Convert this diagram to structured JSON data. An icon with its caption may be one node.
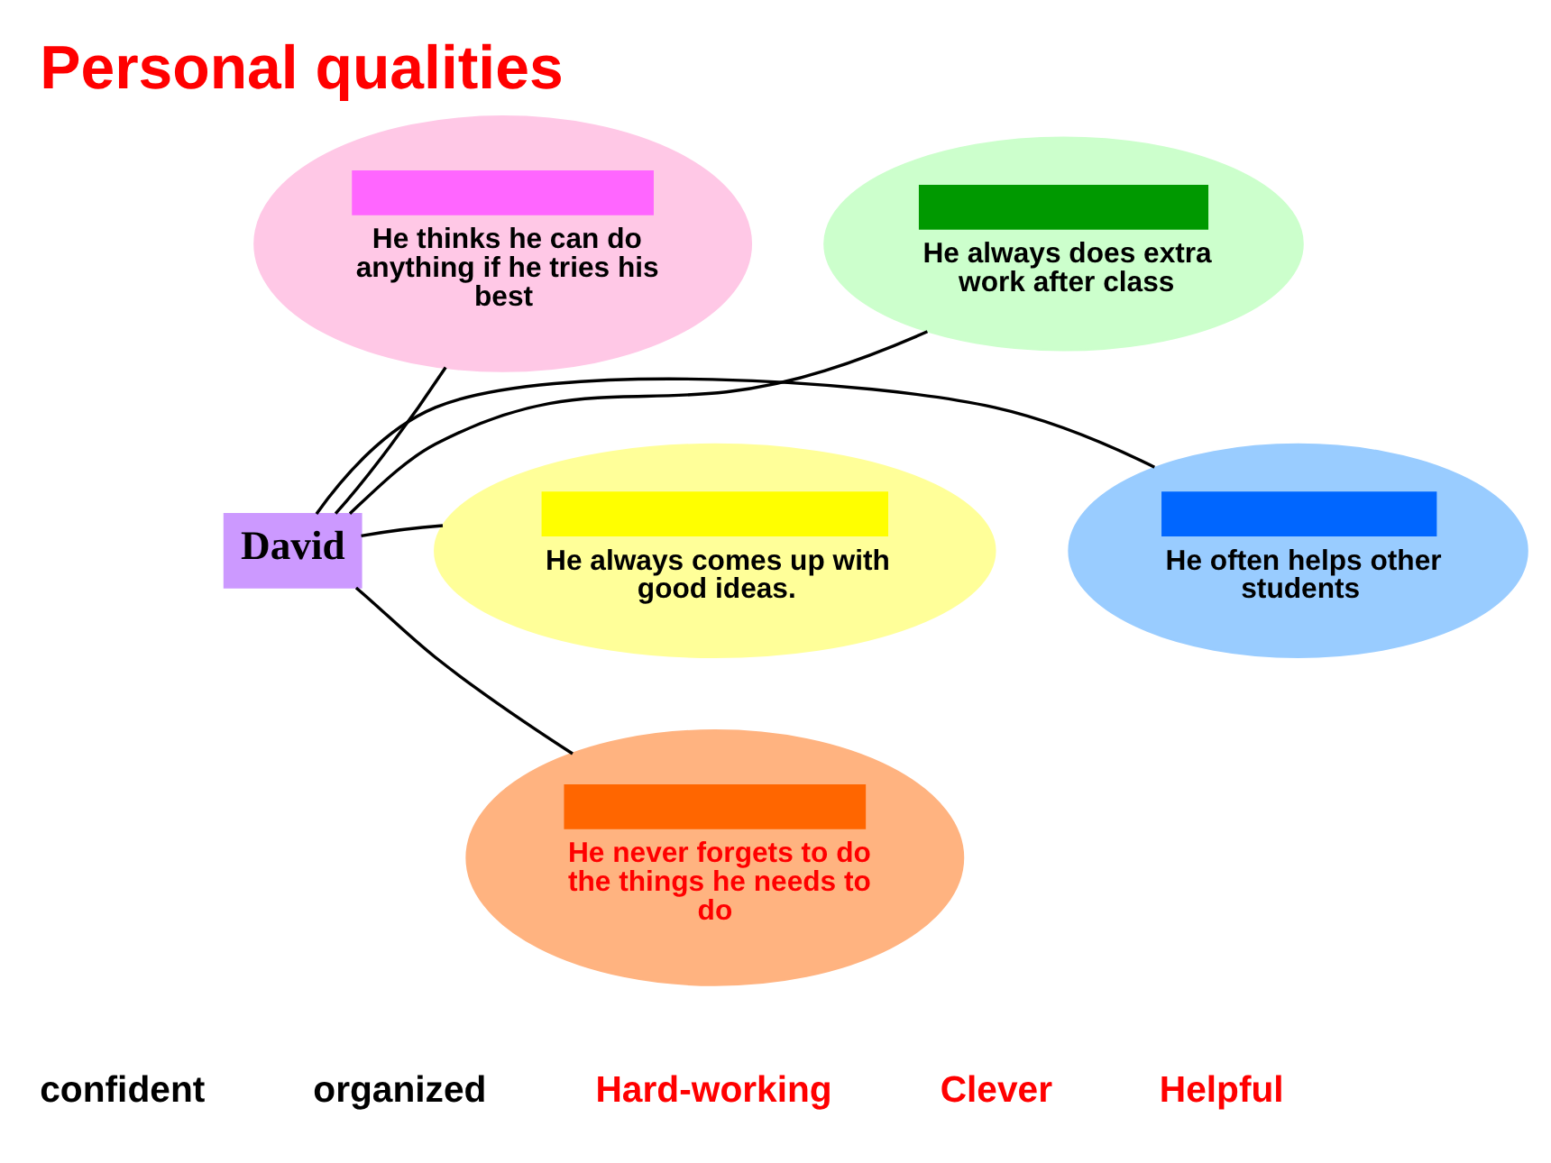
{
  "diagram": {
    "title": "Personal qualities",
    "nodes": [
      {
        "text": [
          "He thinks he can do anything if he tries his best"
        ]
      },
      {
        "text": [
          "He always does extra work after class"
        ]
      },
      {
        "text": [
          "David"
        ]
      },
      {
        "text": [
          "He always comes up with good ideas."
        ]
      },
      {
        "text": [
          "He often helps other students"
        ]
      },
      {
        "text": [
          "He never forgets to do the things he needs to do"
        ]
      }
    ],
    "edges": [
      {
        "from": 2,
        "to": 0,
        "arrow": "none"
      },
      {
        "from": 2,
        "to": 1,
        "arrow": "none"
      },
      {
        "from": 2,
        "to": 3,
        "arrow": "none"
      },
      {
        "from": 2,
        "to": 4,
        "arrow": "none"
      },
      {
        "from": 2,
        "to": 5,
        "arrow": "none"
      }
    ],
    "labels": [
      "confident",
      "organized",
      "Hard-working",
      "Clever",
      "Helpful"
    ]
  }
}
